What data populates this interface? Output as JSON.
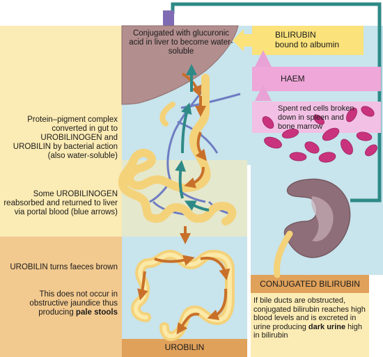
{
  "labels": {
    "liver": "Conjugated with glucuronic acid in liver to become water-soluble",
    "bilirubin_title": "BILIRUBIN",
    "bilirubin_sub": "bound to albumin",
    "haem": "HAEM",
    "spent_cells": "Spent red cells broken down in spleen and bone marrow",
    "gut_conversion": "Protein–pigment complex converted in gut to UROBILINOGEN and UROBILIN by bacterial action (also water-soluble)",
    "reabsorbed": "Some UROBILINOGEN reabsorbed and returned to liver via portal blood (blue arrows)",
    "urobilin_faeces": "UROBILIN turns faeces brown",
    "obstructive_main": "This does not occur in obstructive jaundice thus producing",
    "obstructive_bold": "pale stools",
    "conjugated_header": "CONJUGATED BILIRUBIN",
    "urine_main": "If bile ducts are obstructed, conjugated bilirubin reaches high blood levels and is excreted in urine producing",
    "urine_bold": "dark urine",
    "urine_tail": "high in bilirubin",
    "urobilin_footer": "UROBILIN"
  },
  "colors": {
    "cream_panel": "#FBEBB4",
    "tan_panel": "#F2C98F",
    "blue_panel": "#C8E4EC",
    "orange_bar": "#E0A15A",
    "liver": "#B38E8E",
    "bile_duct": "#F4D27A",
    "brown_arrow": "#C8702A",
    "teal_arrow": "#2E8A86",
    "portal_vein": "#6E7CC2",
    "pink_box": "#EFA6D8",
    "red_cells": "#C9337E",
    "kidney": "#8E6E78",
    "albumin_box": "#FBE27A"
  }
}
